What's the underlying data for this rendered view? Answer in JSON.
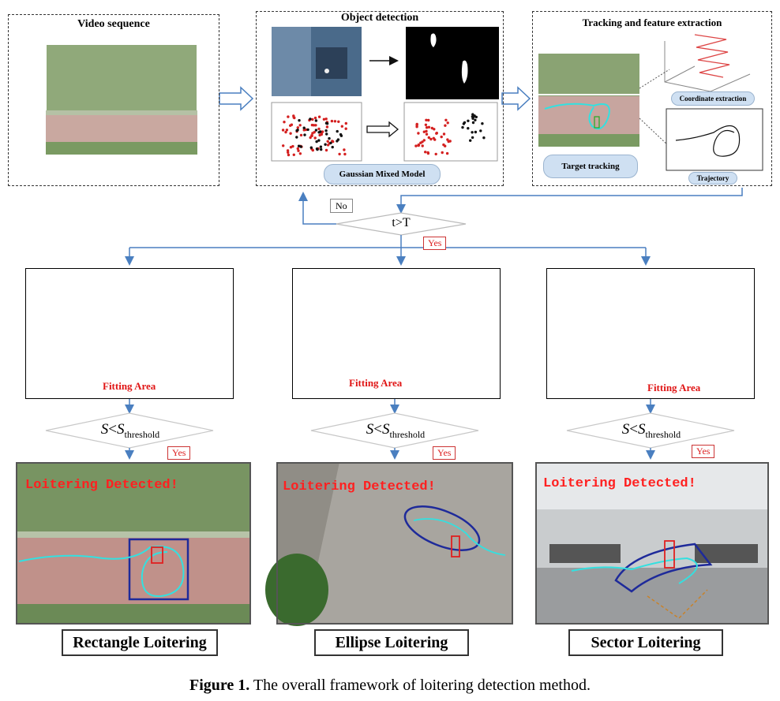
{
  "top": {
    "video_title": "Video sequence",
    "detection_title": "Object detection",
    "tracking_title": "Tracking and feature extraction",
    "gmm_label": "Gaussian Mixed Model",
    "target_tracking_label": "Target tracking",
    "coordinate_label": "Coordinate extraction",
    "trajectory_label": "Trajectory"
  },
  "flow": {
    "time_condition": "t>T",
    "no_label": "No",
    "yes_label": "Yes"
  },
  "methods": [
    {
      "fitting": "Fitting Area",
      "condition_s": "S",
      "condition_op": "<",
      "condition_sub": "threshold",
      "yes": "Yes",
      "detected": "Loitering Detected!",
      "name": "Rectangle Loitering"
    },
    {
      "fitting": "Fitting Area",
      "condition_s": "S",
      "condition_op": "<",
      "condition_sub": "threshold",
      "yes": "Yes",
      "detected": "Loitering Detected!",
      "name": "Ellipse Loitering"
    },
    {
      "fitting": "Fitting Area",
      "condition_s": "S",
      "condition_op": "<",
      "condition_sub": "threshold",
      "yes": "Yes",
      "detected": "Loitering Detected!",
      "name": "Sector Loitering"
    }
  ],
  "caption": {
    "label": "Figure 1.",
    "text": "The overall framework of loitering detection method."
  },
  "colors": {
    "flow_arrow": "#4a7fc0",
    "fitting_text": "#e01515",
    "detected_text": "#ff2020",
    "trajectory": "#33e0e0",
    "shape_outline": "#1e2a9a"
  }
}
